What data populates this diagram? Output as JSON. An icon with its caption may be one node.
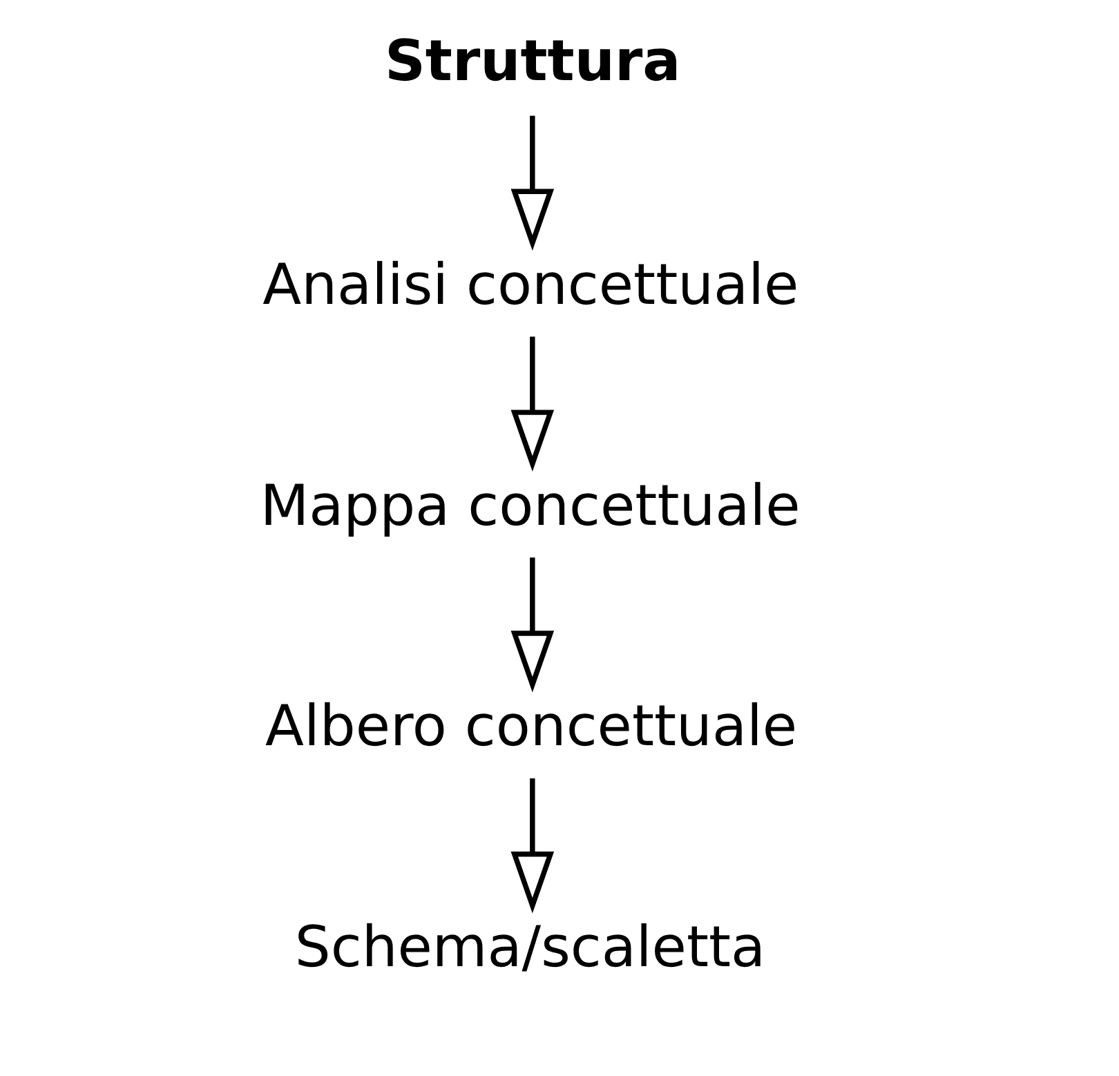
{
  "diagram": {
    "nodes": [
      {
        "text": [
          "Struttura"
        ]
      },
      {
        "text": [
          "Analisi concettuale"
        ]
      },
      {
        "text": [
          "Mappa concettuale"
        ]
      },
      {
        "text": [
          "Albero concettuale"
        ]
      },
      {
        "text": [
          "Schema/scaletta"
        ]
      }
    ],
    "edges": [
      {
        "from": 0,
        "to": 1,
        "arrow": "to"
      },
      {
        "from": 1,
        "to": 2,
        "arrow": "to"
      },
      {
        "from": 2,
        "to": 3,
        "arrow": "to"
      },
      {
        "from": 3,
        "to": 4,
        "arrow": "to"
      }
    ]
  }
}
